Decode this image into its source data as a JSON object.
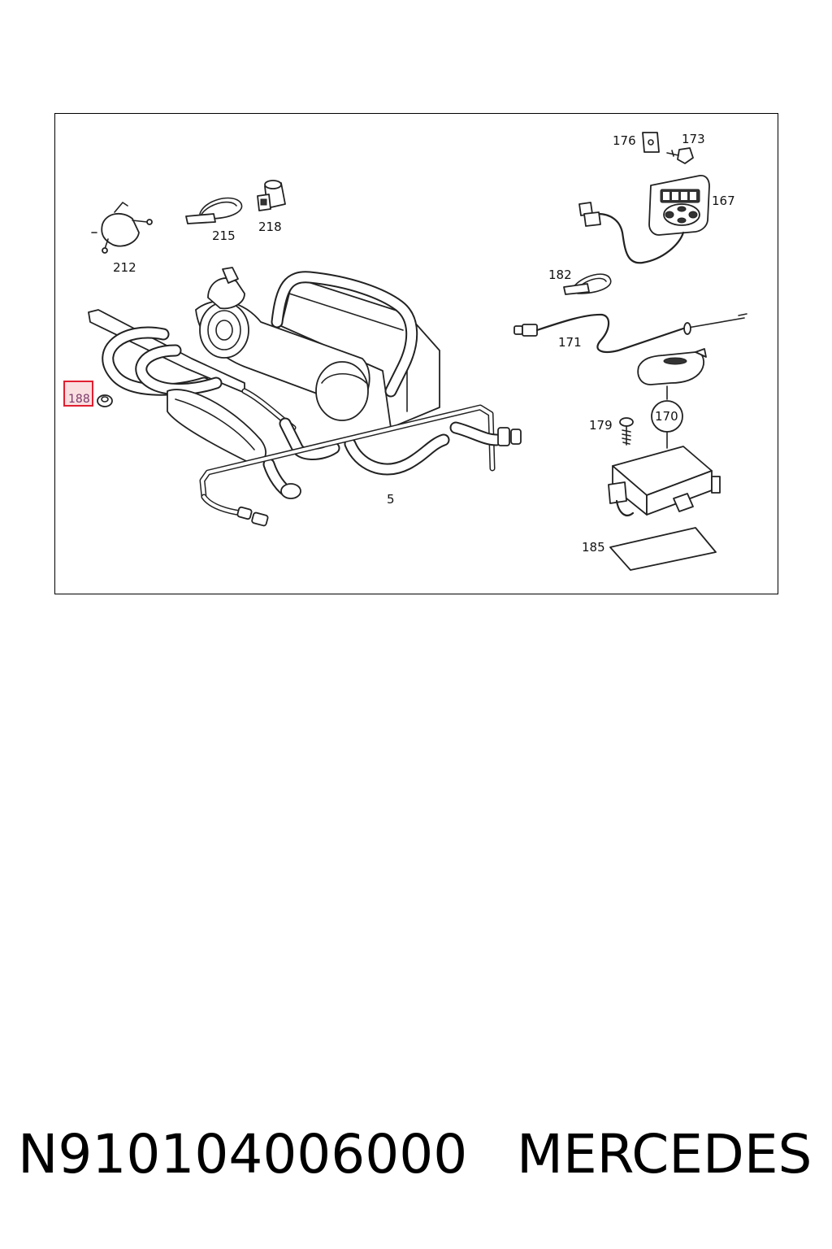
{
  "diagram": {
    "callouts": {
      "c176": "176",
      "c173": "173",
      "c167": "167",
      "c212": "212",
      "c215": "215",
      "c218": "218",
      "c182": "182",
      "c171": "171",
      "c188": "188",
      "c179": "179",
      "c170": "170",
      "c5": "5",
      "c185": "185"
    },
    "highlight_color": "#e02030"
  },
  "caption": {
    "part_number": "N910104006000",
    "brand": "MERCEDES"
  }
}
